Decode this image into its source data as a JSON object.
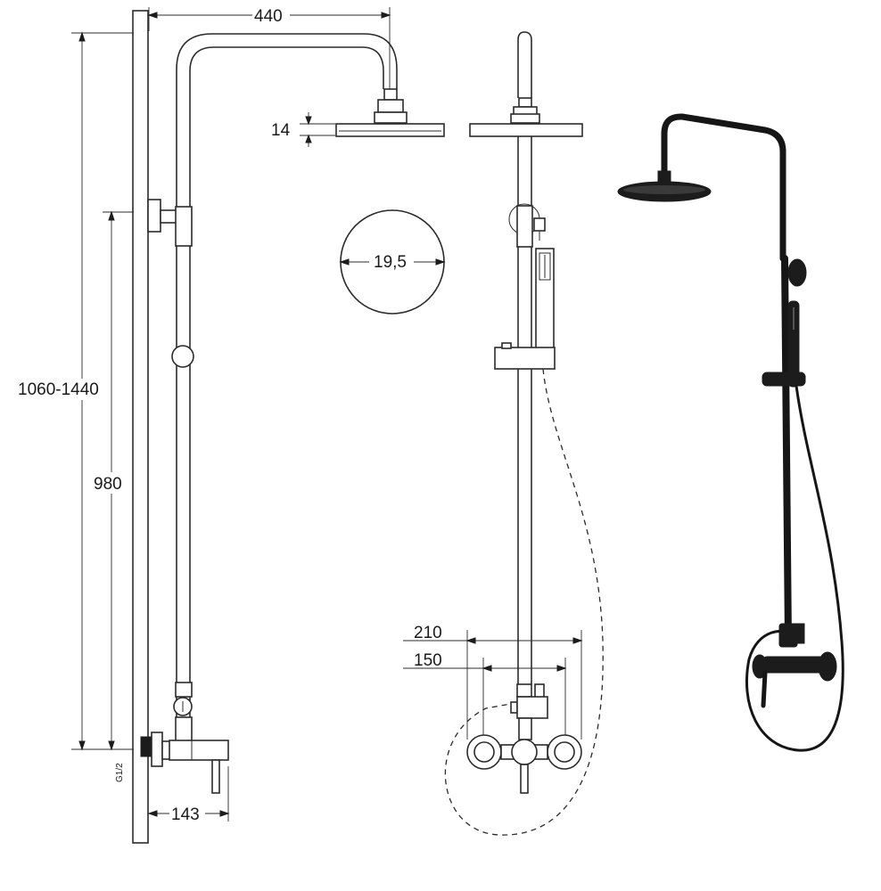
{
  "dimensions": {
    "arm_width": "440",
    "head_thickness": "14",
    "head_diameter": "19,5",
    "total_height": "1060-1440",
    "rail_height": "980",
    "outlet_spacing_max": "210",
    "outlet_spacing_min": "150",
    "mixer_depth": "143",
    "thread": "G1/2"
  },
  "colors": {
    "line": "#2b2b2b",
    "product": "#161616",
    "background": "#ffffff"
  }
}
